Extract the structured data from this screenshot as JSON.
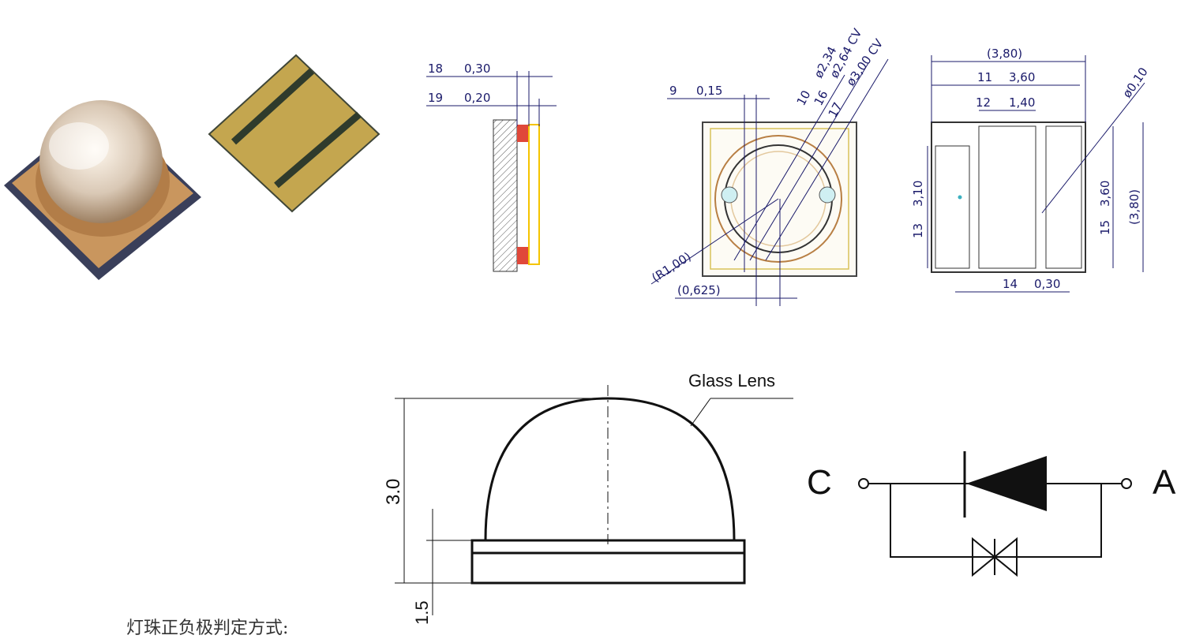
{
  "colors": {
    "dimension": "#1a1a6a",
    "pcb": "#b8943f",
    "lens": "#c9a070",
    "pad": "#e0483a",
    "ink": "#111111"
  },
  "side_view": {
    "labels": {
      "l18": "18",
      "v18": "0,30",
      "l19": "19",
      "v19": "0,20"
    }
  },
  "top_view": {
    "labels": {
      "l9": "9",
      "v9": "0,15",
      "l10": "10",
      "l16": "16",
      "l17": "17",
      "d1": "ø2,34",
      "d2": "ø2,64 CV",
      "d3": "ø3,00 CV",
      "r": "(R1,00)",
      "off": "(0,625)"
    }
  },
  "bottom_view": {
    "labels": {
      "w_total": "(3,80)",
      "l11": "11",
      "v11": "3,60",
      "l12": "12",
      "v12": "1,40",
      "l13": "13",
      "v13": "3,10",
      "l14": "14",
      "v14": "0,30",
      "l15": "15",
      "v15": "3,60",
      "h_total": "(3,80)",
      "hole": "ø0,10"
    }
  },
  "lens_view": {
    "label": "Glass Lens",
    "height": "3.0",
    "base": "1.5"
  },
  "circuit": {
    "cathode": "C",
    "anode": "A"
  },
  "footer": {
    "text": "灯珠正负极判定方式:"
  }
}
